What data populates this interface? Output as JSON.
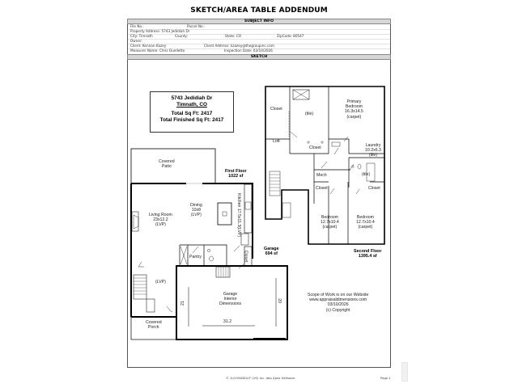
{
  "document": {
    "title": "SKETCH/AREA TABLE ADDENDUM",
    "sections": {
      "subject_info": "SUBJECT INFO",
      "sketch": "SKETCH"
    }
  },
  "subject_info": {
    "file_no": "File No.:",
    "parcel_no": "Parcel No.:",
    "property_address": "Property Address: 5743 Jedidiah Dr",
    "city": "City: Timnath",
    "county": "County:",
    "state": "State: CO",
    "zipcode": "ZipCode: 80547",
    "owner": "Owner:",
    "client": "Client: Kennan Kazey",
    "client_address": "Client Address: kzazey@thegroupinc.com",
    "measurer": "Measurer Name: Chris Ouellette",
    "inspection_date": "Inspection Date: 03/10/2026"
  },
  "summary_box": {
    "address": "5743 Jedidiah Dr",
    "city_state": "Timnath, CO",
    "total_sqft": "Total Sq Ft: 2417",
    "total_finished_sqft": "Total Finished Sq Ft: 2417"
  },
  "first_floor": {
    "label": "First Floor",
    "area": "1022 sf",
    "rooms": {
      "covered_patio": [
        "Covered",
        "Patio"
      ],
      "living_room": [
        "Living Room",
        "23x12.2",
        "(LVP)"
      ],
      "dining": [
        "Dining",
        "10x8",
        "(LVP)"
      ],
      "kitchen": "Kitchen 17.5x11.3(LVP)",
      "pantry": "Pantry",
      "closet": "Closet",
      "lvp": "(LVP)",
      "covered_porch": [
        "Covered",
        "Porch"
      ]
    }
  },
  "garage": {
    "label": "Garage",
    "area": "694 sf",
    "interior": [
      "Garage",
      "Interior",
      "Dimensions"
    ],
    "dim_width": "31.2",
    "dim_left": "21",
    "dim_right": "20"
  },
  "second_floor": {
    "label": "Second Floor",
    "area": "1395.4 sf",
    "rooms": {
      "closet_left": "Closet",
      "tile_bath": "(tile)",
      "primary_bedroom": [
        "Primary",
        "Bedroom",
        "16.3x14.5",
        "(carpet)"
      ],
      "loft": "Loft",
      "closet_mid": "Closet",
      "laundry": [
        "Laundry",
        "10.2x6.3",
        "(tile)"
      ],
      "bath2": "(tile)",
      "mech": "Mech",
      "closet_bed1": "Closet",
      "closet_bed2": "Closet",
      "bedroom1": [
        "Bedroom",
        "12.7x10.4",
        "(carpet)"
      ],
      "bedroom2": [
        "Bedroom",
        "12.7x10.4",
        "(carpet)"
      ]
    }
  },
  "notes": {
    "line1": "Scope of Work is on our Website",
    "line2": "www.appraisaldimensions.com",
    "line3": "03/10/2026",
    "line4": "(c) Copyright"
  },
  "footer": {
    "copyright": "© 1LOOKABOUT (US) Inc. dba Apex Software",
    "page": "Page 1"
  }
}
